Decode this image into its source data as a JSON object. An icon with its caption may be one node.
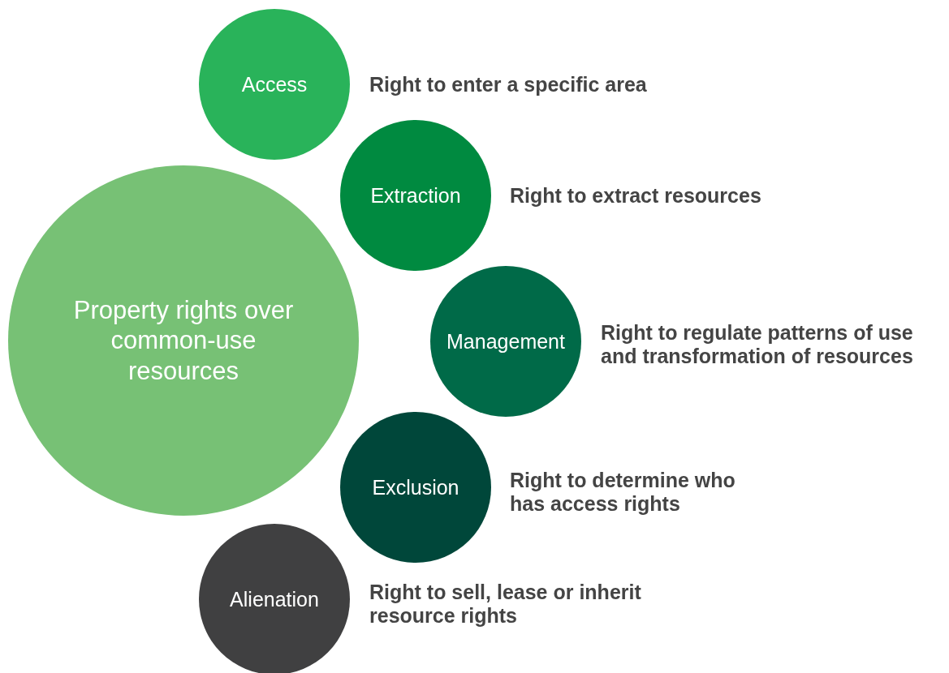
{
  "diagram": {
    "nodes": [
      {
        "text": [
          "Property rights over common-use resources"
        ]
      },
      {
        "text": [
          "Access"
        ],
        "beside": [
          "Right to enter a specific area"
        ]
      },
      {
        "text": [
          "Extraction"
        ],
        "beside": [
          "Right to extract resources"
        ]
      },
      {
        "text": [
          "Management"
        ],
        "beside": [
          "Right to regulate patterns of use and transformation of resources"
        ]
      },
      {
        "text": [
          "Exclusion"
        ],
        "beside": [
          "Right to determine who has access rights"
        ]
      },
      {
        "text": [
          "Alienation"
        ],
        "beside": [
          "Right to sell, lease or inherit resource rights"
        ]
      }
    ],
    "edges": []
  }
}
